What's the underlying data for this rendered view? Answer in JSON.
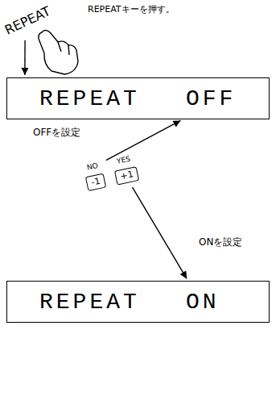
{
  "diagram": {
    "nodes": [
      {
        "text": [
          "REPEAT"
        ]
      },
      {
        "text": [
          "REPEAT",
          "OFF"
        ]
      },
      {
        "text": [
          "NO",
          "-1"
        ]
      },
      {
        "text": [
          "YES",
          "+1"
        ]
      },
      {
        "text": [
          "REPEAT",
          "ON"
        ]
      }
    ],
    "edges": [
      {
        "from": 0,
        "to": 1,
        "arrow": "to"
      },
      {
        "from": 2,
        "to": 1,
        "arrow": "to",
        "label": "OFFを設定"
      },
      {
        "from": 3,
        "to": 4,
        "arrow": "to",
        "label": "ONを設定"
      }
    ],
    "labels": [
      "REPEATキーを押す。"
    ]
  }
}
